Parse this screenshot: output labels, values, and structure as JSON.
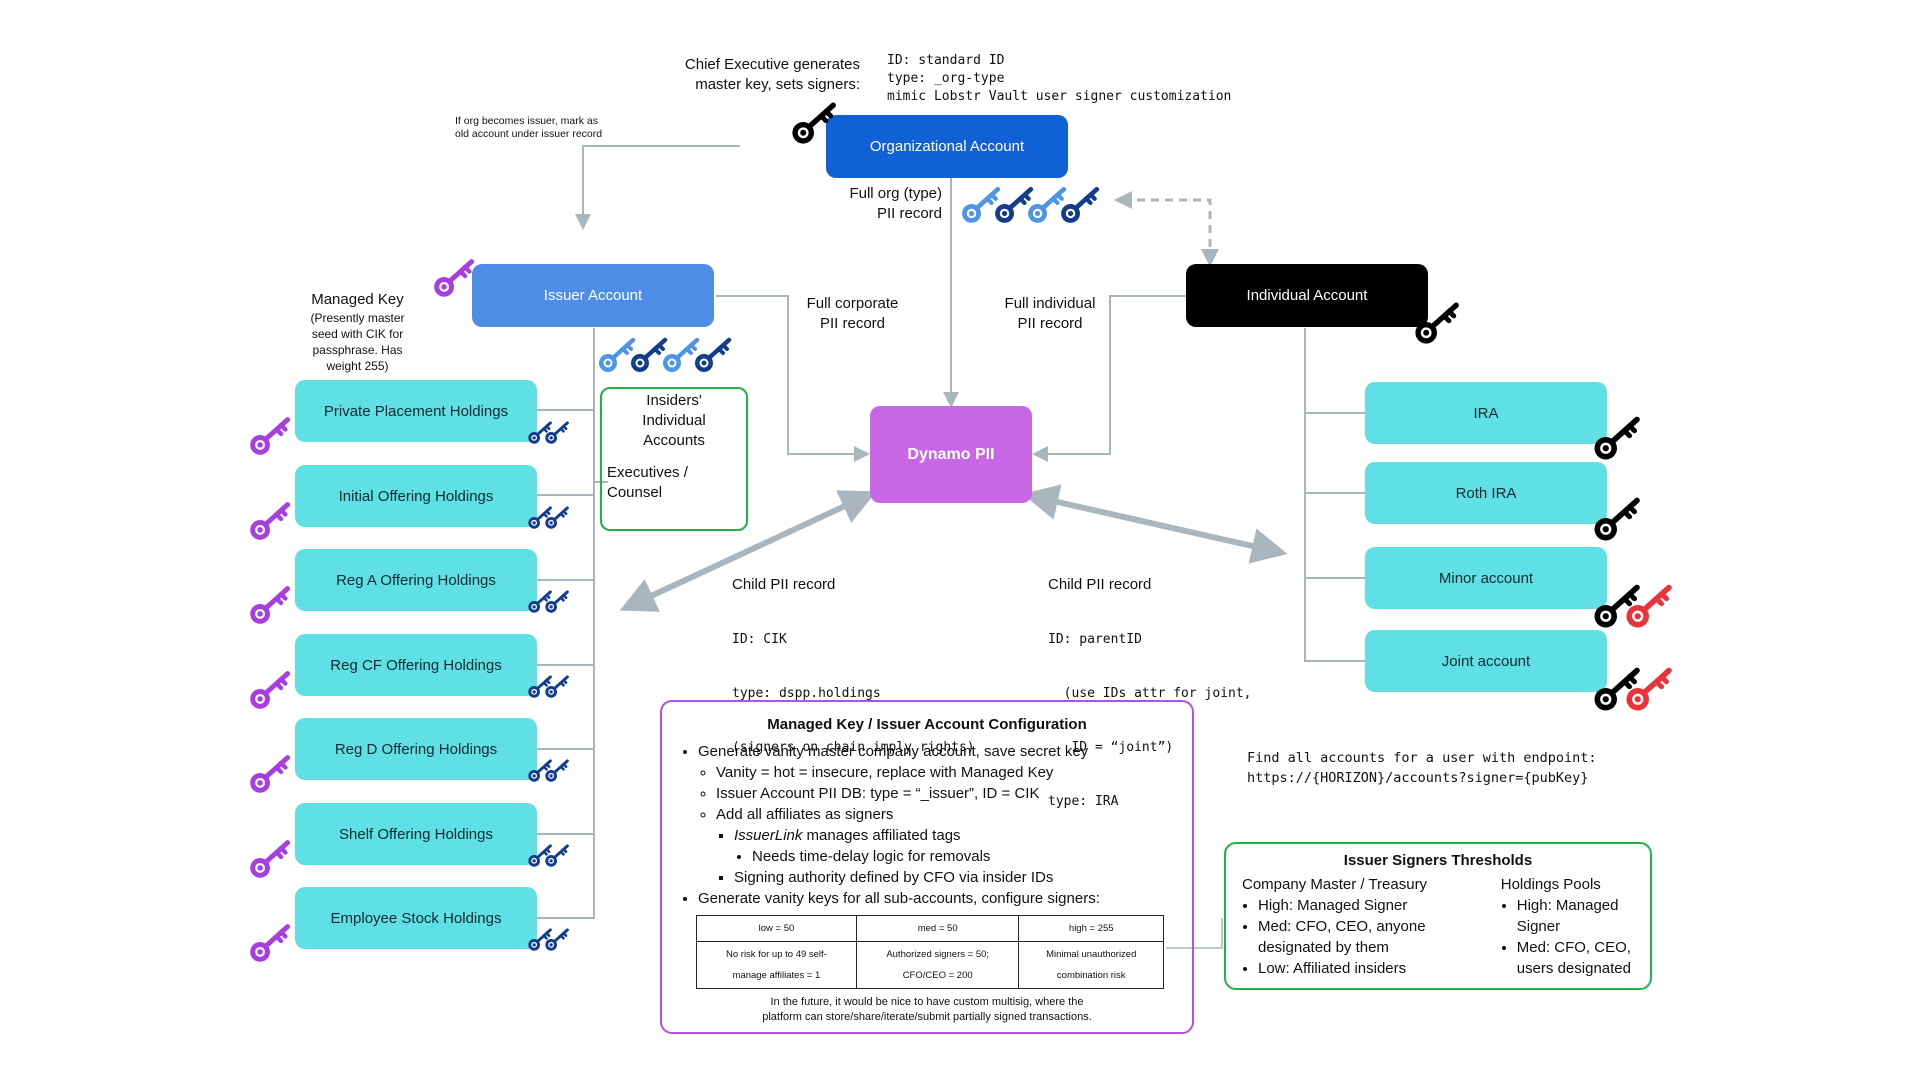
{
  "top_note": {
    "chief_line1": "Chief Executive generates",
    "chief_line2": "master key, sets signers:",
    "id_line1": "ID: standard ID",
    "id_line2": "type: _org-type",
    "id_line3": "mimic Lobstr Vault user signer customization",
    "issuer_mark_line1": "If org becomes issuer, mark as",
    "issuer_mark_line2": "old account under issuer record"
  },
  "org_account": {
    "label": "Organizational Account",
    "pii_line1": "Full org (type)",
    "pii_line2": "PII record"
  },
  "issuer_account": {
    "label": "Issuer Account",
    "managed_key_title": "Managed Key",
    "managed_key_desc1": "(Presently master",
    "managed_key_desc2": "seed with CIK for",
    "managed_key_desc3": "passphrase. Has",
    "managed_key_desc4": "weight 255)",
    "pii_line1": "Full corporate",
    "pii_line2": "PII record",
    "insiders_line1": "Insiders'",
    "insiders_line2": "Individual",
    "insiders_line3": "Accounts",
    "exec_line1": "Executives /",
    "exec_line2": "Counsel"
  },
  "holdings": [
    "Private Placement Holdings",
    "Initial Offering Holdings",
    "Reg A Offering Holdings",
    "Reg CF Offering Holdings",
    "Reg D Offering Holdings",
    "Shelf Offering Holdings",
    "Employee Stock Holdings"
  ],
  "individual_account": {
    "label": "Individual Account",
    "pii_line1": "Full individual",
    "pii_line2": "PII record",
    "subaccounts": [
      "IRA",
      "Roth IRA",
      "Minor account",
      "Joint account"
    ]
  },
  "dynamo": {
    "label": "Dynamo PII"
  },
  "child_left": {
    "title": "Child PII record",
    "line1": "ID: CIK",
    "line2": "type: dspp.holdings",
    "line3": "(signers on chain imply rights)"
  },
  "child_right": {
    "title": "Child PII record",
    "line1": "ID: parentID",
    "line2": "  (use IDs attr for joint,",
    "line3": "   ID = “joint”)",
    "line4": "type: IRA"
  },
  "config": {
    "title": "Managed Key / Issuer Account Configuration",
    "b1": "Generate vanity master company account, save secret key",
    "b1a": "Vanity = hot = insecure, replace with Managed Key",
    "b1b": "Issuer Account PII DB:    type = “_issuer”,    ID = CIK",
    "b1c": "Add all affiliates as signers",
    "b1c1_italic": "IssuerLink",
    "b1c1_rest": " manages affiliated tags",
    "b1c1a": "Needs time-delay logic for removals",
    "b1c2": "Signing authority defined by CFO via insider IDs",
    "b2": "Generate vanity keys for all sub-accounts, configure signers:",
    "table_head": [
      "low = 50",
      "med = 50",
      "high = 255"
    ],
    "table_row1": [
      "No risk for up to 49 self-",
      "Authorized signers = 50;",
      "Minimal unauthorized"
    ],
    "table_row2": [
      "manage affiliates = 1",
      "CFO/CEO = 200",
      "combination risk"
    ],
    "future_line1": "In the future, it would be nice to have custom multisig, where the",
    "future_line2": "platform can store/share/iterate/submit partially signed transactions."
  },
  "endpoint": {
    "line1": "Find all accounts for a user with endpoint:",
    "line2": "https://{HORIZON}/accounts?signer={pubKey}"
  },
  "thresholds": {
    "title": "Issuer Signers Thresholds",
    "col1_title": "Company Master / Treasury",
    "col1_items": [
      "High: Managed Signer",
      "Med: CFO, CEO, anyone",
      "designated by them",
      "Low: Affiliated insiders"
    ],
    "col2_title": "Holdings Pools",
    "col2_items": [
      "High: Managed",
      "Signer",
      "Med: CFO, CEO,",
      "users designated"
    ]
  },
  "colors": {
    "org_blue": "#1060d6",
    "issuer_blue": "#4e8de6",
    "individual_black": "#000000",
    "dynamo_purple": "#c767e6",
    "teal": "#5ee0e4",
    "green_border": "#22b04b",
    "purple_border": "#b44fe0",
    "key_purple": "#a83ee0",
    "key_red": "#e8333b",
    "key_navy": "#123d8f",
    "key_lightblue": "#4e95e6",
    "connector_gray": "#a9b6be"
  },
  "icons": [
    "key-icon"
  ]
}
